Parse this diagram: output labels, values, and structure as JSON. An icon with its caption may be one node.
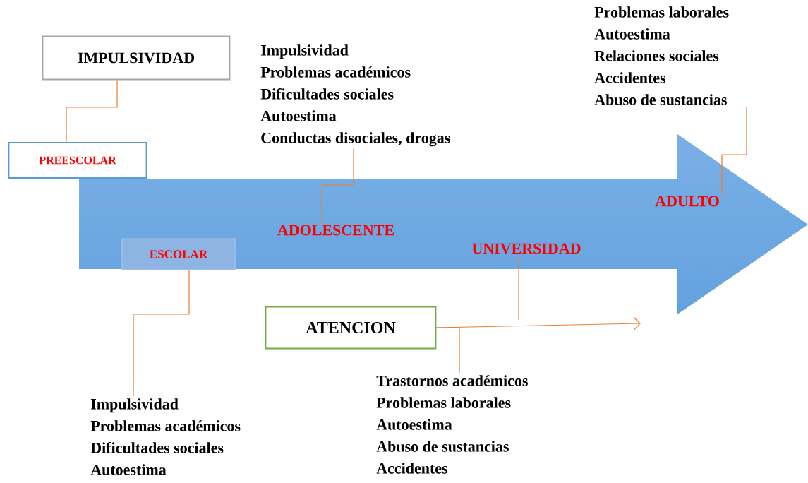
{
  "diagram": {
    "nodes": [
      {
        "text": [
          "IMPULSIVIDAD"
        ]
      },
      {
        "text": [
          "PREESCOLAR"
        ]
      },
      {
        "text": [
          "Impulsividad",
          "Problemas académicos",
          "Dificultades sociales",
          "Autoestima",
          "Conductas disociales, drogas"
        ]
      },
      {
        "text": [
          "ADOLESCENTE"
        ]
      },
      {
        "text": [
          "Problemas laborales",
          "Autoestima",
          "Relaciones sociales",
          "Accidentes",
          "Abuso de sustancias"
        ]
      },
      {
        "text": [
          "ADULTO"
        ]
      },
      {
        "text": [
          "ESCOLAR"
        ]
      },
      {
        "text": [
          "UNIVERSIDAD"
        ]
      },
      {
        "text": [
          "ATENCION"
        ]
      },
      {
        "text": [
          "Impulsividad",
          "Problemas académicos",
          "Dificultades sociales",
          "Autoestima"
        ]
      },
      {
        "text": [
          "Trastornos académicos",
          "Problemas laborales",
          "Autoestima",
          "Abuso de sustancias",
          "Accidentes"
        ]
      }
    ],
    "edges": [
      {
        "from": 0,
        "to": 1,
        "arrow": "none"
      },
      {
        "from": 2,
        "to": 3,
        "arrow": "none"
      },
      {
        "from": 4,
        "to": 5,
        "arrow": "none"
      },
      {
        "from": 6,
        "to": 9,
        "arrow": "none"
      },
      {
        "from": 8,
        "to": null,
        "arrow": "to"
      },
      {
        "from": 7,
        "to": null,
        "arrow": "none"
      },
      {
        "from": 8,
        "to": 10,
        "arrow": "none"
      }
    ]
  }
}
